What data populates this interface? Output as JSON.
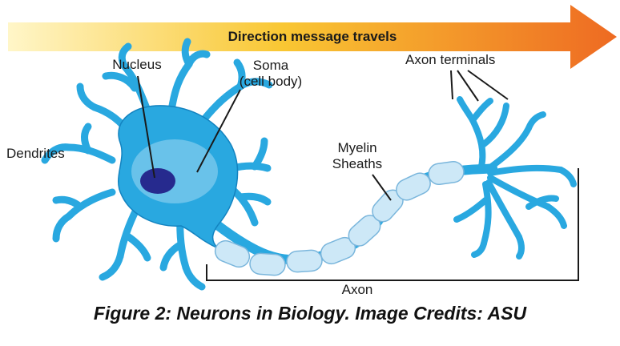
{
  "arrow": {
    "label": "Direction message travels"
  },
  "labels": {
    "nucleus": "Nucleus",
    "soma_line1": "Soma",
    "soma_line2": "(cell body)",
    "dendrites": "Dendrites",
    "myelin_line1": "Myelin",
    "myelin_line2": "Sheaths",
    "axon_terminals": "Axon terminals",
    "axon": "Axon"
  },
  "caption": "Figure 2: Neurons in Biology. Image Credits: ASU",
  "colors": {
    "arrow_start": "#fff6c8",
    "arrow_mid": "#f9c733",
    "arrow_end": "#ee6a22",
    "neuron": "#29a8e0",
    "neuron_dark": "#1383c0",
    "soma_light": "#7fcbed",
    "nucleus": "#262a8e",
    "myelin": "#cde8f7",
    "myelin_edge": "#7ab6dc"
  }
}
